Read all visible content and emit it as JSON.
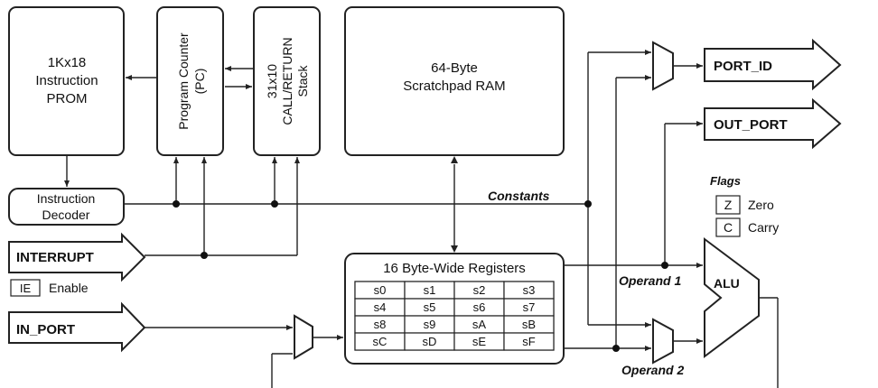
{
  "blocks": {
    "prom": [
      "1Kx18",
      "Instruction",
      "PROM"
    ],
    "pc": [
      "Program Counter",
      "(PC)"
    ],
    "stack": [
      "31x10",
      "CALL/RETURN",
      "Stack"
    ],
    "ram": [
      "64-Byte",
      "Scratchpad RAM"
    ],
    "decoder": [
      "Instruction",
      "Decoder"
    ],
    "registers_title": "16 Byte-Wide Registers",
    "registers": [
      [
        "s0",
        "s1",
        "s2",
        "s3"
      ],
      [
        "s4",
        "s5",
        "s6",
        "s7"
      ],
      [
        "s8",
        "s9",
        "sA",
        "sB"
      ],
      [
        "sC",
        "sD",
        "sE",
        "sF"
      ]
    ],
    "alu": "ALU"
  },
  "ports": {
    "interrupt": "INTERRUPT",
    "in_port": "IN_PORT",
    "port_id": "PORT_ID",
    "out_port": "OUT_PORT"
  },
  "enable": {
    "flag": "IE",
    "label": "Enable"
  },
  "flags": {
    "title": "Flags",
    "items": [
      {
        "flag": "Z",
        "label": "Zero"
      },
      {
        "flag": "C",
        "label": "Carry"
      }
    ]
  },
  "labels": {
    "constants": "Constants",
    "operand1": "Operand 1",
    "operand2": "Operand 2"
  }
}
